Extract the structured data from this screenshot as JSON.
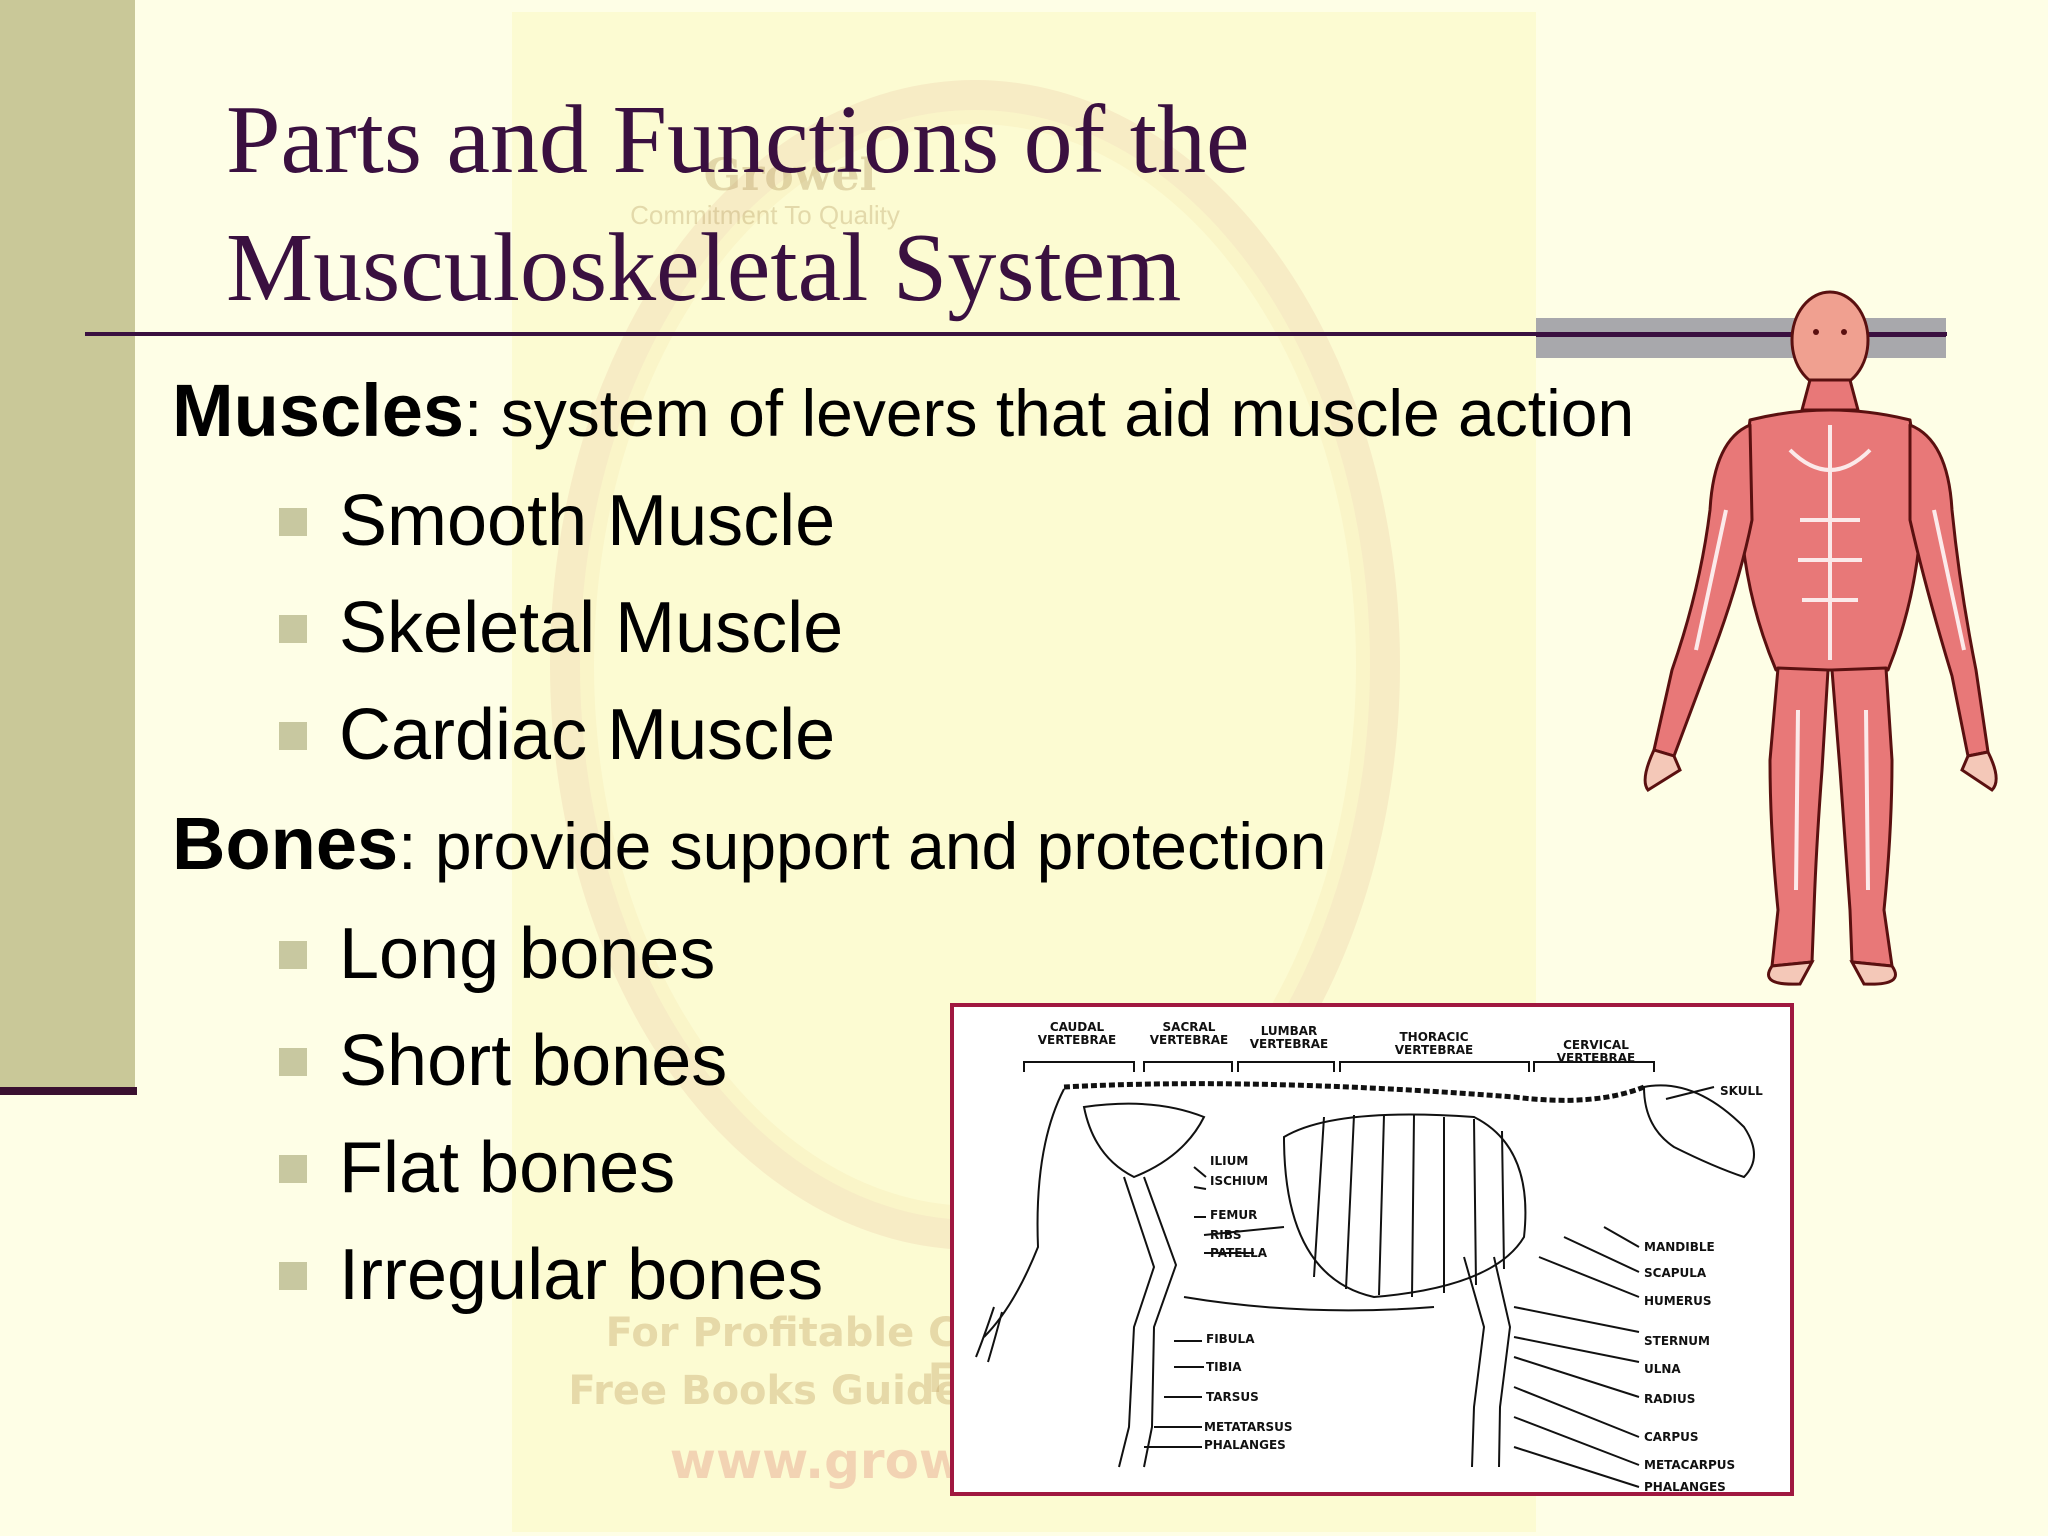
{
  "slide": {
    "title_line1": "Parts and Functions of the",
    "title_line2": "Musculoskeletal System"
  },
  "muscles": {
    "heading": "Muscles",
    "description": ": system of levers that aid muscle action",
    "items": [
      "Smooth Muscle",
      "Skeletal Muscle",
      "Cardiac Muscle"
    ]
  },
  "bones": {
    "heading": "Bones",
    "description": ": provide support and protection",
    "items": [
      "Long bones",
      "Short bones",
      "Flat bones",
      "Irregular bones"
    ]
  },
  "skeleton_labels": {
    "caudal": "CAUDAL VERTEBRAE",
    "sacral": "SACRAL VERTEBRAE",
    "lumbar": "LUMBAR VERTEBRAE",
    "thoracic": "THORACIC VERTEBRAE",
    "cervical": "CERVICAL VERTEBRAE",
    "skull": "SKULL",
    "ilium": "ILIUM",
    "ischium": "ISCHIUM",
    "femur": "FEMUR",
    "ribs": "RIBS",
    "patella": "PATELLA",
    "fibula": "FIBULA",
    "tibia": "TIBIA",
    "tarsus": "TARSUS",
    "metatarsus": "METATARSUS",
    "phalanges_hind": "PHALANGES",
    "mandible": "MANDIBLE",
    "scapula": "SCAPULA",
    "humerus": "HUMERUS",
    "sternum": "STERNUM",
    "ulna": "ULNA",
    "radius": "RADIUS",
    "carpus": "CARPUS",
    "metacarpus": "METACARPUS",
    "phalanges_fore": "PHALANGES"
  },
  "watermark": {
    "brand": "Growel",
    "tagline": "Commitment To Quality",
    "line1": "For Profitable Cattle, Poultry & Aqua Farming",
    "line2": "Free Books Guides & Videos Please visit",
    "url": "www.growelagrovet.com"
  },
  "colors": {
    "background": "#fefee6",
    "left_bar": "#c9c898",
    "title": "#3a1040",
    "bullet": "#c8c8a0",
    "frame": "#a01840"
  }
}
